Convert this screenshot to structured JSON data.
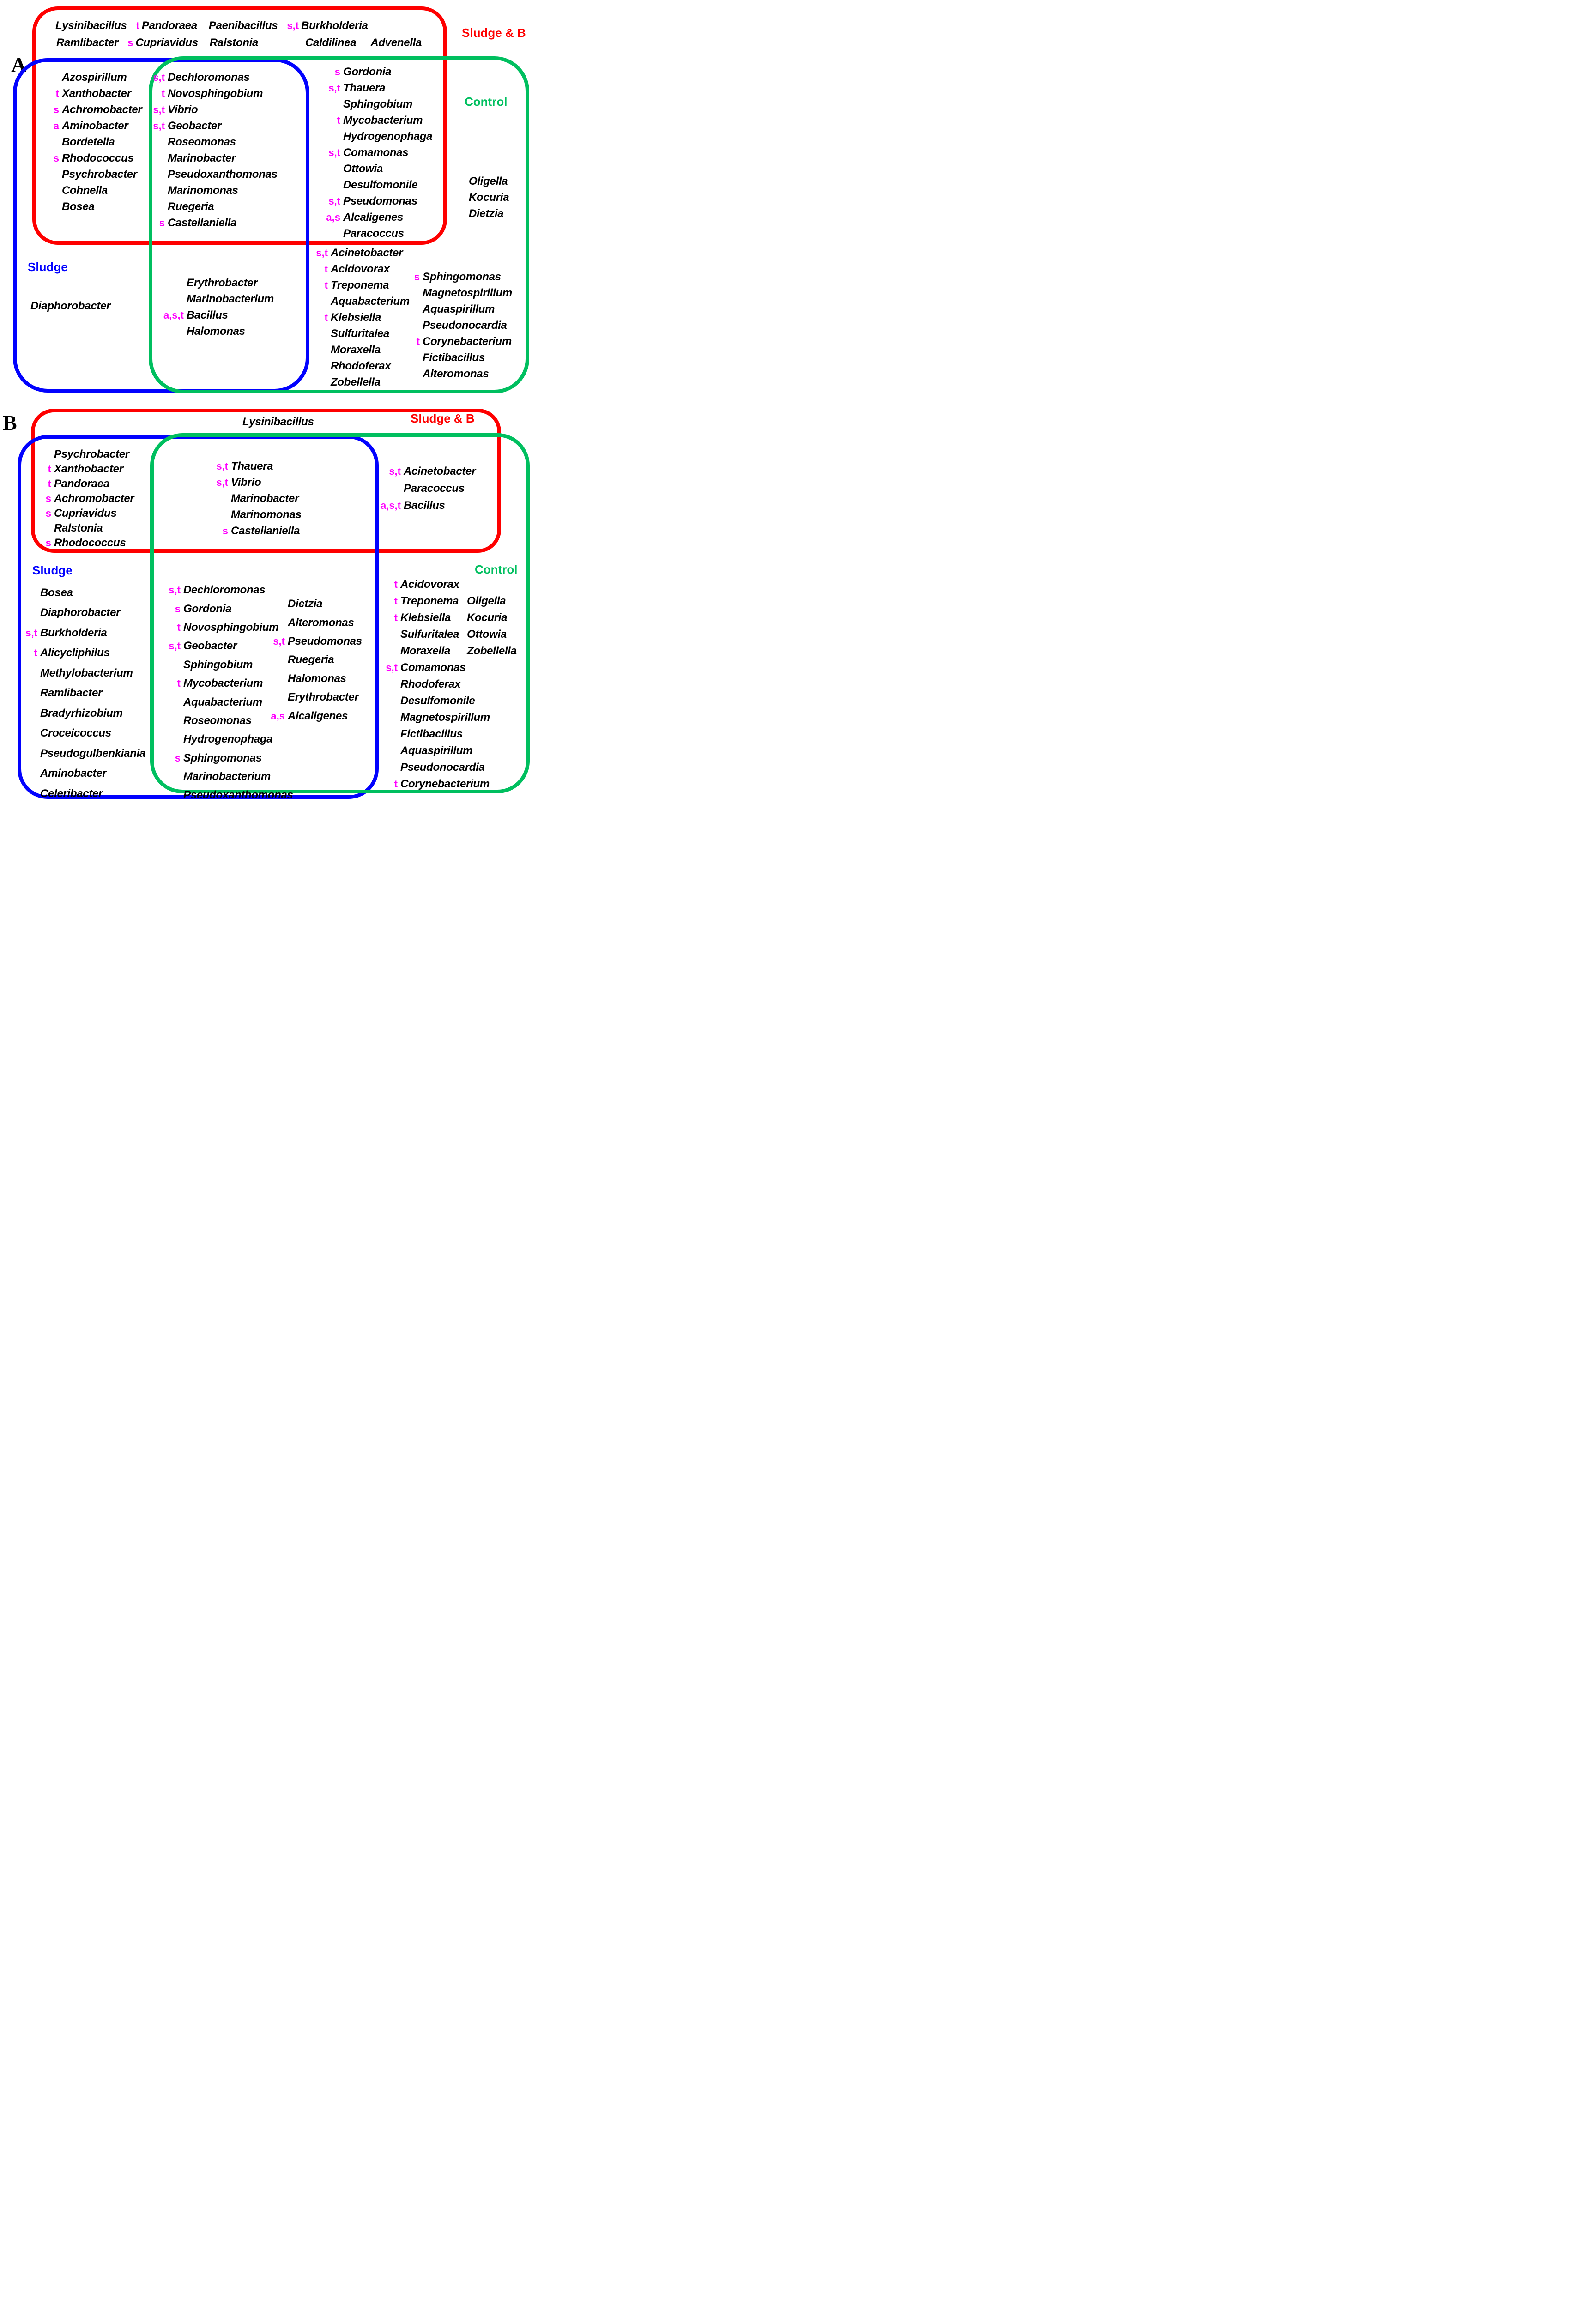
{
  "colors": {
    "red": "#FE0000",
    "blue": "#0202FE",
    "green": "#00BF5F",
    "magenta": "#FF00FF",
    "ink": "#000000"
  },
  "prefix_legend_note": "s, t, a = magenta source prefixes shown before genus names",
  "panels": [
    {
      "letter": "A",
      "labels": {
        "red": "Sludge & B",
        "blue": "Sludge",
        "green": "Control"
      },
      "regions": {
        "red_only_row1": [
          {
            "n": "Lysinibacillus"
          },
          {
            "p": "t",
            "n": "Pandoraea"
          },
          {
            "n": "Paenibacillus"
          },
          {
            "p": "s,t",
            "n": "Burkholderia"
          }
        ],
        "red_only_row2_left": [
          {
            "n": "Ramlibacter"
          },
          {
            "p": "s",
            "n": "Cupriavidus"
          },
          {
            "n": "Ralstonia"
          }
        ],
        "red_only_row2_right": [
          {
            "n": "Caldilinea"
          },
          {
            "n": "Advenella"
          }
        ],
        "red_blue": [
          {
            "n": "Azospirillum"
          },
          {
            "p": "t",
            "n": "Xanthobacter"
          },
          {
            "p": "s",
            "n": "Achromobacter"
          },
          {
            "p": "a",
            "n": "Aminobacter"
          },
          {
            "n": "Bordetella"
          },
          {
            "p": "s",
            "n": "Rhodococcus"
          },
          {
            "n": "Psychrobacter"
          },
          {
            "n": "Cohnella"
          },
          {
            "n": "Bosea"
          }
        ],
        "red_blue_green": [
          {
            "p": "s,t",
            "n": "Dechloromonas"
          },
          {
            "p": "t",
            "n": "Novosphingobium"
          },
          {
            "p": "s,t",
            "n": "Vibrio"
          },
          {
            "p": "s,t",
            "n": "Geobacter"
          },
          {
            "n": "Roseomonas"
          },
          {
            "n": "Marinobacter"
          },
          {
            "n": "Pseudoxanthomonas"
          },
          {
            "n": "Marinomonas"
          },
          {
            "n": "Ruegeria"
          },
          {
            "p": "s",
            "n": "Castellaniella"
          }
        ],
        "red_green": [
          {
            "p": "s",
            "n": "Gordonia"
          },
          {
            "p": "s,t",
            "n": "Thauera"
          },
          {
            "n": "Sphingobium"
          },
          {
            "p": "t",
            "n": "Mycobacterium"
          },
          {
            "n": "Hydrogenophaga"
          },
          {
            "p": "s,t",
            "n": "Comamonas"
          },
          {
            "n": "Ottowia"
          },
          {
            "n": "Desulfomonile"
          },
          {
            "p": "s,t",
            "n": "Pseudomonas"
          },
          {
            "p": "a,s",
            "n": "Alcaligenes"
          },
          {
            "n": "Paracoccus"
          }
        ],
        "green_only_far": [
          {
            "n": "Oligella"
          },
          {
            "n": "Kocuria"
          },
          {
            "n": "Dietzia"
          }
        ],
        "blue_only": [
          {
            "n": "Diaphorobacter"
          }
        ],
        "blue_green": [
          {
            "n": "Erythrobacter"
          },
          {
            "n": "Marinobacterium"
          },
          {
            "p": "a,s,t",
            "n": "Bacillus"
          },
          {
            "n": "Halomonas"
          }
        ],
        "green_only_mid": [
          {
            "p": "s,t",
            "n": "Acinetobacter"
          },
          {
            "p": "t",
            "n": "Acidovorax"
          },
          {
            "p": "t",
            "n": "Treponema"
          },
          {
            "n": "Aquabacterium"
          },
          {
            "p": "t",
            "n": "Klebsiella"
          },
          {
            "n": "Sulfuritalea"
          },
          {
            "n": "Moraxella"
          },
          {
            "n": "Rhodoferax"
          },
          {
            "n": "Zobellella"
          }
        ],
        "green_only_right": [
          {
            "p": "s",
            "n": "Sphingomonas"
          },
          {
            "n": "Magnetospirillum"
          },
          {
            "n": "Aquaspirillum"
          },
          {
            "n": "Pseudonocardia"
          },
          {
            "p": "t",
            "n": "Corynebacterium"
          },
          {
            "n": "Fictibacillus"
          },
          {
            "n": "Alteromonas"
          }
        ]
      }
    },
    {
      "letter": "B",
      "labels": {
        "red": "Sludge & B",
        "blue": "Sludge",
        "green": "Control"
      },
      "regions": {
        "red_only": [
          {
            "n": "Lysinibacillus"
          }
        ],
        "red_blue": [
          {
            "n": "Psychrobacter"
          },
          {
            "p": "t",
            "n": "Xanthobacter"
          },
          {
            "p": "t",
            "n": "Pandoraea"
          },
          {
            "p": "s",
            "n": "Achromobacter"
          },
          {
            "p": "s",
            "n": "Cupriavidus"
          },
          {
            "n": "Ralstonia"
          },
          {
            "p": "s",
            "n": "Rhodococcus"
          }
        ],
        "red_blue_green": [
          {
            "p": "s,t",
            "n": "Thauera"
          },
          {
            "p": "s,t",
            "n": "Vibrio"
          },
          {
            "n": "Marinobacter"
          },
          {
            "n": "Marinomonas"
          },
          {
            "p": "s",
            "n": "Castellaniella"
          }
        ],
        "red_green": [
          {
            "p": "s,t",
            "n": "Acinetobacter"
          },
          {
            "n": "Paracoccus"
          },
          {
            "p": "a,s,t",
            "n": "Bacillus"
          }
        ],
        "blue_only": [
          {
            "n": "Bosea"
          },
          {
            "n": "Diaphorobacter"
          },
          {
            "p": "s,t",
            "n": "Burkholderia"
          },
          {
            "p": "t",
            "n": "Alicycliphilus"
          },
          {
            "n": "Methylobacterium"
          },
          {
            "n": "Ramlibacter"
          },
          {
            "n": "Bradyrhizobium"
          },
          {
            "n": "Croceicoccus"
          },
          {
            "n": "Pseudogulbenkiania"
          },
          {
            "n": "Aminobacter"
          },
          {
            "n": "Celeribacter"
          }
        ],
        "blue_green_col1": [
          {
            "p": "s,t",
            "n": "Dechloromonas"
          },
          {
            "p": "s",
            "n": "Gordonia"
          },
          {
            "p": "t",
            "n": "Novosphingobium"
          },
          {
            "p": "s,t",
            "n": "Geobacter"
          },
          {
            "n": "Sphingobium"
          },
          {
            "p": "t",
            "n": "Mycobacterium"
          },
          {
            "n": "Aquabacterium"
          },
          {
            "n": "Roseomonas"
          },
          {
            "n": "Hydrogenophaga"
          },
          {
            "p": "s",
            "n": "Sphingomonas"
          },
          {
            "n": "Marinobacterium"
          },
          {
            "n": "Pseudoxanthomonas"
          }
        ],
        "blue_green_col2": [
          {
            "n": "Dietzia"
          },
          {
            "n": "Alteromonas"
          },
          {
            "p": "s,t",
            "n": "Pseudomonas"
          },
          {
            "n": "Ruegeria"
          },
          {
            "n": "Halomonas"
          },
          {
            "n": "Erythrobacter"
          },
          {
            "p": "a,s",
            "n": "Alcaligenes"
          }
        ],
        "green_only_col1": [
          {
            "p": "t",
            "n": "Acidovorax"
          },
          {
            "p": "t",
            "n": "Treponema"
          },
          {
            "p": "t",
            "n": "Klebsiella"
          },
          {
            "n": "Sulfuritalea"
          },
          {
            "n": "Moraxella"
          },
          {
            "p": "s,t",
            "n": "Comamonas"
          },
          {
            "n": "Rhodoferax"
          },
          {
            "n": "Desulfomonile"
          },
          {
            "n": "Magnetospirillum"
          },
          {
            "n": "Fictibacillus"
          },
          {
            "n": "Aquaspirillum"
          },
          {
            "n": "Pseudonocardia"
          },
          {
            "p": "t",
            "n": "Corynebacterium"
          }
        ],
        "green_only_col2": [
          {
            "n": "Oligella"
          },
          {
            "n": "Kocuria"
          },
          {
            "n": "Ottowia"
          },
          {
            "n": "Zobellella"
          }
        ]
      }
    }
  ]
}
